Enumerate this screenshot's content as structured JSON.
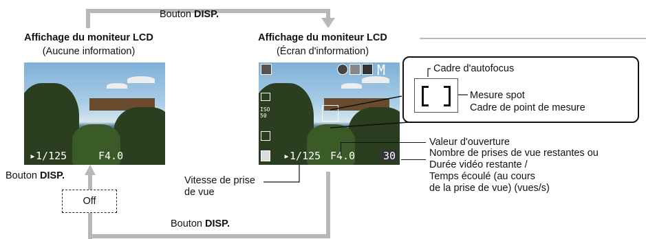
{
  "top_arrow_label": {
    "prefix": "Bouton ",
    "bold": "DISP."
  },
  "bottom_arrow_label": {
    "prefix": "Bouton ",
    "bold": "DISP."
  },
  "left_screen": {
    "title": "Affichage du moniteur LCD",
    "subtitle": "(Aucune information)",
    "shutter": "▸1/125",
    "aperture": "F4.0"
  },
  "right_screen": {
    "title": "Affichage du moniteur LCD",
    "subtitle": "(Écran d'information)",
    "shutter": "▸1/125",
    "aperture": "F4.0",
    "shots": "30",
    "iso": "ISO 50",
    "mode": "M"
  },
  "left_button_label": {
    "prefix": "Bouton  ",
    "bold": "DISP."
  },
  "off_box": "Off",
  "callouts": {
    "af_frame": "Cadre d'autofocus",
    "spot_1": "Mesure spot",
    "spot_2": "Cadre de point de mesure",
    "aperture": "Valeur d'ouverture",
    "shots_1": "Nombre de prises de vue restantes ou",
    "shots_2": "Durée vidéo restante /",
    "shots_3": "Temps écoulé (au cours",
    "shots_4": "de la prise de vue) (vues/s)",
    "shutter_1": "Vitesse de prise",
    "shutter_2": "de vue"
  }
}
